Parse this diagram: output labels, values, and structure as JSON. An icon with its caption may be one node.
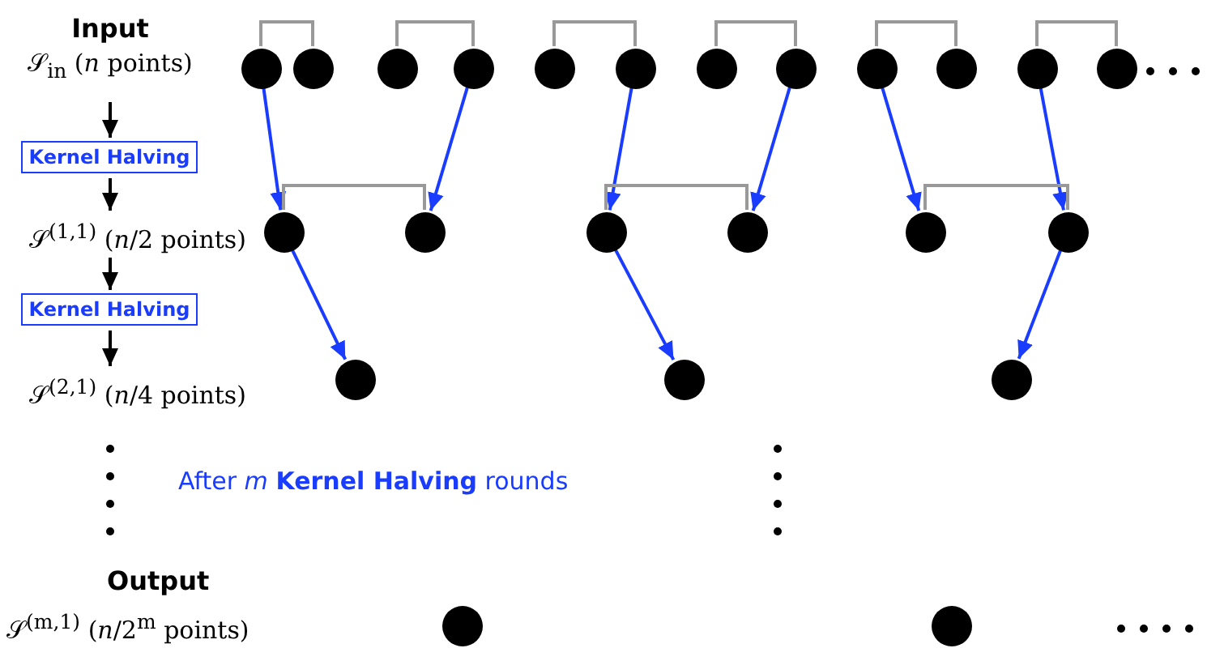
{
  "diagram": {
    "nodes": [
      {
        "text": [
          "Input",
          "𝒮$_{in}$ (*n* points)"
        ]
      },
      {
        "text": [
          "Kernel Halving"
        ]
      },
      {
        "text": [
          "𝒮$^{(1,1)}$ (*n*/2 points)"
        ]
      },
      {
        "text": [
          "Kernel Halving"
        ]
      },
      {
        "text": [
          "𝒮$^{(2,1)}$ (*n*/4 points)"
        ]
      },
      {
        "text": [],
        "shape": "circle"
      },
      {
        "text": [],
        "shape": "circle"
      },
      {
        "text": [],
        "shape": "circle"
      },
      {
        "text": [],
        "shape": "circle"
      },
      {
        "text": [],
        "shape": "circle"
      },
      {
        "text": [],
        "shape": "circle"
      },
      {
        "text": [],
        "shape": "circle"
      },
      {
        "text": [],
        "shape": "circle"
      },
      {
        "text": [],
        "shape": "circle"
      },
      {
        "text": [],
        "shape": "circle"
      },
      {
        "text": [],
        "shape": "circle"
      },
      {
        "text": [],
        "shape": "circle"
      },
      {
        "text": [],
        "shape": "circle"
      },
      {
        "text": [],
        "shape": "circle"
      },
      {
        "text": [],
        "shape": "circle"
      },
      {
        "text": [],
        "shape": "circle"
      },
      {
        "text": [],
        "shape": "circle"
      },
      {
        "text": [],
        "shape": "circle"
      },
      {
        "text": [],
        "shape": "circle"
      },
      {
        "text": [],
        "shape": "circle"
      },
      {
        "text": [],
        "shape": "circle"
      },
      {
        "text": [],
        "shape": "circle"
      },
      {
        "text": [],
        "shape": "circle"
      }
    ],
    "edges": [
      {
        "from": 0,
        "to": 1,
        "arrow": "to",
        "color": "#000000"
      },
      {
        "from": 1,
        "to": 2,
        "arrow": "to",
        "color": "#000000"
      },
      {
        "from": 2,
        "to": 3,
        "arrow": "to",
        "color": "#000000"
      },
      {
        "from": 3,
        "to": 4,
        "arrow": "to",
        "color": "#000000"
      },
      {
        "from": 5,
        "to": 6,
        "arrow": "none",
        "color": "#999999"
      },
      {
        "from": 7,
        "to": 8,
        "arrow": "none",
        "color": "#999999"
      },
      {
        "from": 9,
        "to": 10,
        "arrow": "none",
        "color": "#999999"
      },
      {
        "from": 11,
        "to": 12,
        "arrow": "none",
        "color": "#999999"
      },
      {
        "from": 13,
        "to": 14,
        "arrow": "none",
        "color": "#999999"
      },
      {
        "from": 15,
        "to": 16,
        "arrow": "none",
        "color": "#999999"
      },
      {
        "from": 5,
        "to": 17,
        "arrow": "to",
        "color": "#1a3cff"
      },
      {
        "from": 8,
        "to": 18,
        "arrow": "to",
        "color": "#1a3cff"
      },
      {
        "from": 10,
        "to": 19,
        "arrow": "to",
        "color": "#1a3cff"
      },
      {
        "from": 12,
        "to": 20,
        "arrow": "to",
        "color": "#1a3cff"
      },
      {
        "from": 13,
        "to": 21,
        "arrow": "to",
        "color": "#1a3cff"
      },
      {
        "from": 15,
        "to": 22,
        "arrow": "to",
        "color": "#1a3cff"
      },
      {
        "from": 17,
        "to": 18,
        "arrow": "none",
        "color": "#999999"
      },
      {
        "from": 19,
        "to": 20,
        "arrow": "none",
        "color": "#999999"
      },
      {
        "from": 21,
        "to": 22,
        "arrow": "none",
        "color": "#999999"
      },
      {
        "from": 17,
        "to": 23,
        "arrow": "to",
        "color": "#1a3cff"
      },
      {
        "from": 19,
        "to": 24,
        "arrow": "to",
        "color": "#1a3cff"
      },
      {
        "from": 22,
        "to": 25,
        "arrow": "to",
        "color": "#1a3cff"
      }
    ],
    "labels": [
      "After *m* **Kernel Halving** rounds",
      "Output",
      "𝒮$^{(m,1)}$ (*n*/2$^{m}$ points)"
    ]
  }
}
